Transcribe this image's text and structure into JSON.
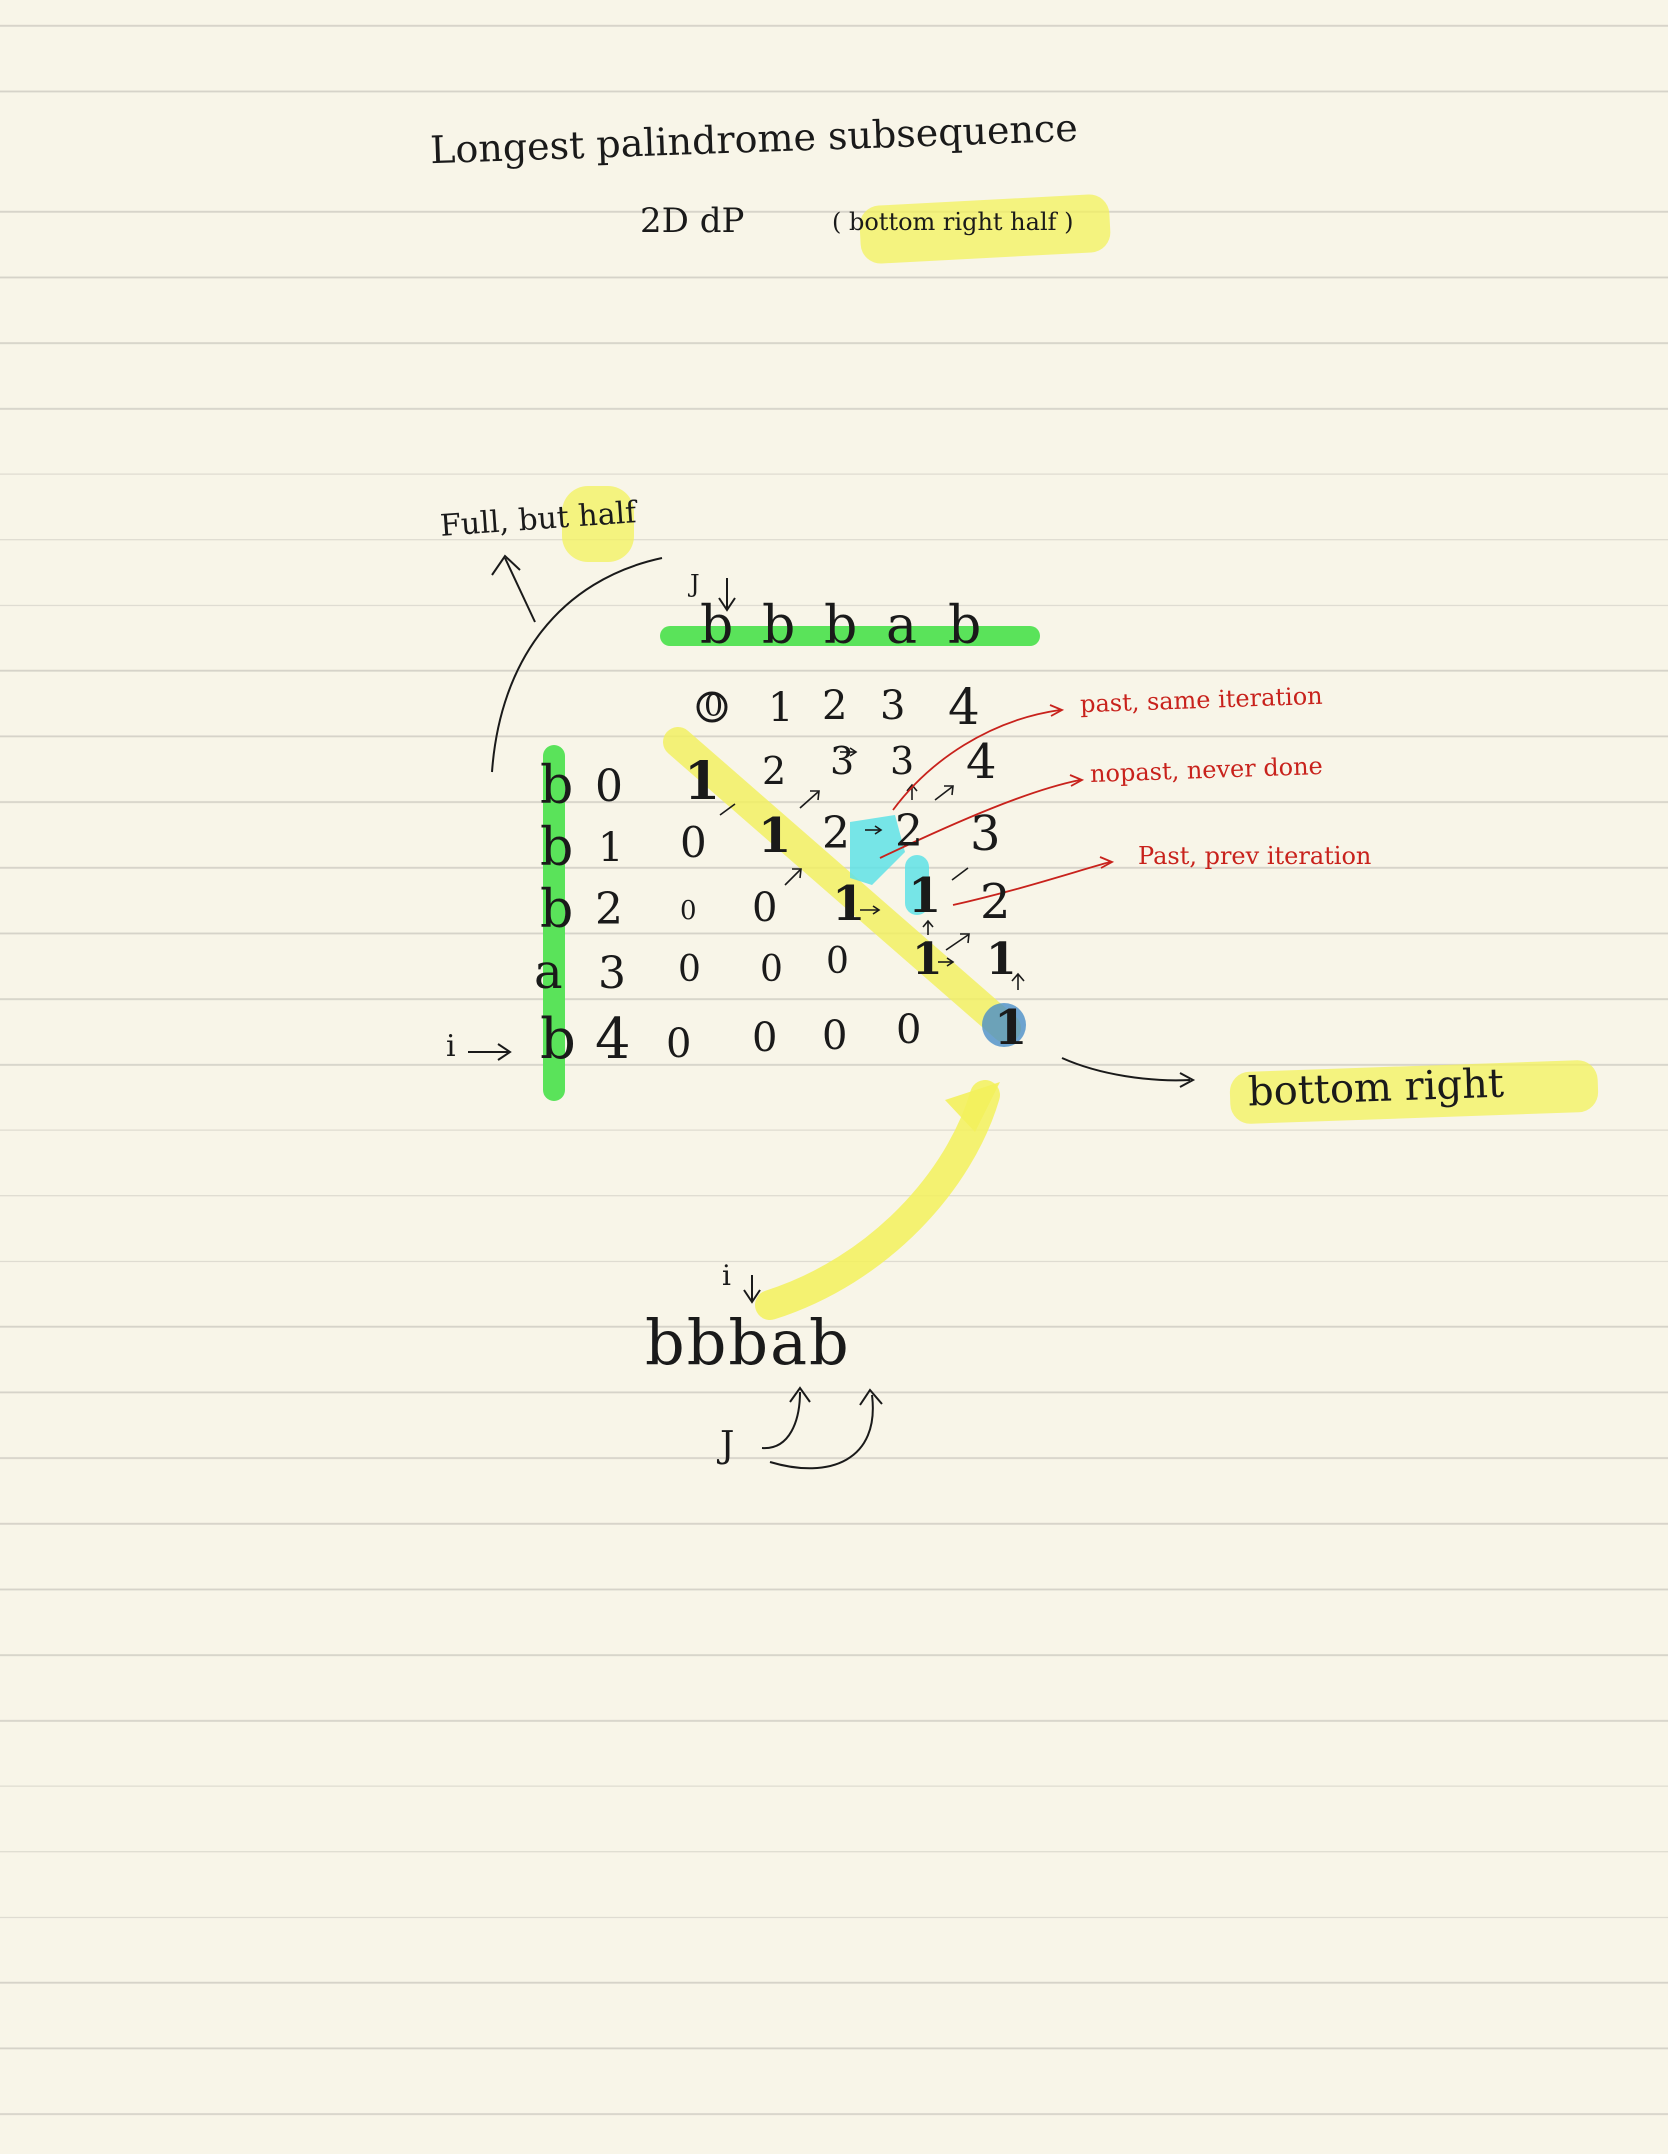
{
  "title": "Longest palindrome subsequence",
  "subtitle_main": "2D dP",
  "subtitle_note": "( bottom right half )",
  "side_note": "Full, but half",
  "top_string": [
    "b",
    "b",
    "b",
    "a",
    "b"
  ],
  "j_marker": "J",
  "col_indices": [
    "0",
    "1",
    "2",
    "3",
    "4"
  ],
  "row_letters": [
    "b",
    "b",
    "b",
    "a",
    "b"
  ],
  "row_indices": [
    "0",
    "1",
    "2",
    "3",
    "4"
  ],
  "i_marker": "i",
  "cells": [
    [
      "1",
      "2",
      "3",
      "3",
      "4"
    ],
    [
      "0",
      "1",
      "2",
      "2",
      "3"
    ],
    [
      "0",
      "0",
      "1",
      "1",
      "2"
    ],
    [
      "0",
      "0",
      "0",
      "1",
      "1"
    ],
    [
      "0",
      "0",
      "0",
      "0",
      "1"
    ]
  ],
  "annotations": {
    "past_same": "past, same iteration",
    "nopast": "nopast, never done",
    "past_prev": "Past, prev iteration"
  },
  "bottom_right_label": "bottom right",
  "bottom_string": "bbbab",
  "bottom_i_marker": "i",
  "bottom_j_marker": "J",
  "colors": {
    "ink": "#1a1a1a",
    "red_ink": "#c8221c",
    "yellow_highlight": "#f3f15c",
    "green_highlight": "#5ae35a",
    "cyan_highlight": "#5fe2e6",
    "blue_highlight": "#4a8fc8"
  }
}
